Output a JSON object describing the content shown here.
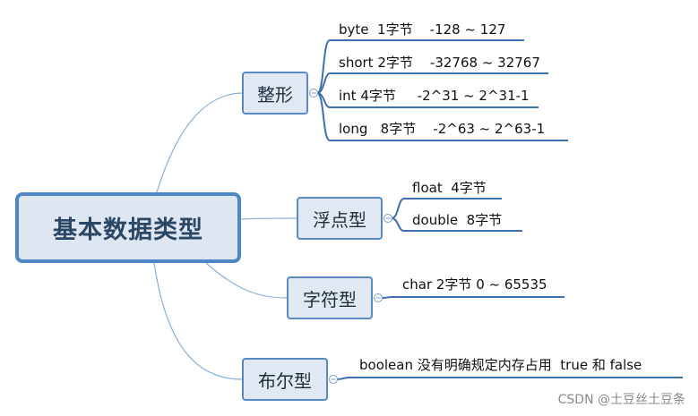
{
  "root": {
    "label": "基本数据类型"
  },
  "categories": [
    {
      "label": "整形",
      "items": [
        "byte  1字节    -128 ~ 127",
        "short 2字节    -32768 ~ 32767",
        "int 4字节     -2^31 ~ 2^31-1",
        "long   8字节    -2^63 ~ 2^63-1"
      ]
    },
    {
      "label": "浮点型",
      "items": [
        "float  4字节",
        "double  8字节"
      ]
    },
    {
      "label": "字符型",
      "items": [
        "char 2字节 0 ~ 65535"
      ]
    },
    {
      "label": "布尔型",
      "items": [
        "boolean 没有明确规定内存占用  true 和 false"
      ]
    }
  ],
  "watermark": "CSDN @土豆丝土豆条",
  "colors": {
    "line": "#8ab0d8",
    "underline": "#3f6fae",
    "node_border": "#5b8ac0",
    "root_border": "#4f86c6"
  }
}
